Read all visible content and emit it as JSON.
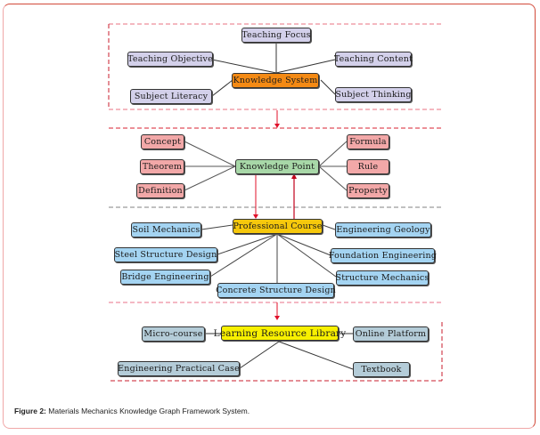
{
  "caption": {
    "label": "Figure 2:",
    "text": " Materials Mechanics Knowledge Graph Framework System."
  },
  "sections": {
    "knowledge_system": {
      "center": "Knowledge System",
      "nodes": [
        "Teaching Focus",
        "Teaching Objective",
        "Teaching Content",
        "Subject Literacy",
        "Subject Thinking"
      ]
    },
    "knowledge_point": {
      "center": "Knowledge Point",
      "left": [
        "Concept",
        "Theorem",
        "Definition"
      ],
      "right": [
        "Formula",
        "Rule",
        "Property"
      ]
    },
    "professional_course": {
      "center": "Professional Course",
      "nodes": [
        "Soil Mechanics",
        "Engineering Geology",
        "Steel Structure Design",
        "Foundation Engineering",
        "Bridge Engineering",
        "Structure Mechanics",
        "Concrete Structure Design"
      ]
    },
    "learning_resource": {
      "center": "Learning Resource Library",
      "nodes": [
        "Micro-course",
        "Online Platform",
        "Engineering Practical Case",
        "Textbook"
      ]
    }
  },
  "colors": {
    "knowledge_system_center": "#f48a14",
    "knowledge_system_nodes": "#d3d0ea",
    "knowledge_point_center": "#a8d8a8",
    "knowledge_point_nodes": "#f2a8a8",
    "professional_course_center": "#f6c80c",
    "professional_course_nodes": "#a4d4f2",
    "learning_resource_center": "#f8f000",
    "learning_resource_nodes": "#b4ccd8",
    "arrow": "#e0102a",
    "divider_red": "#e05060",
    "divider_gray": "#888888"
  }
}
